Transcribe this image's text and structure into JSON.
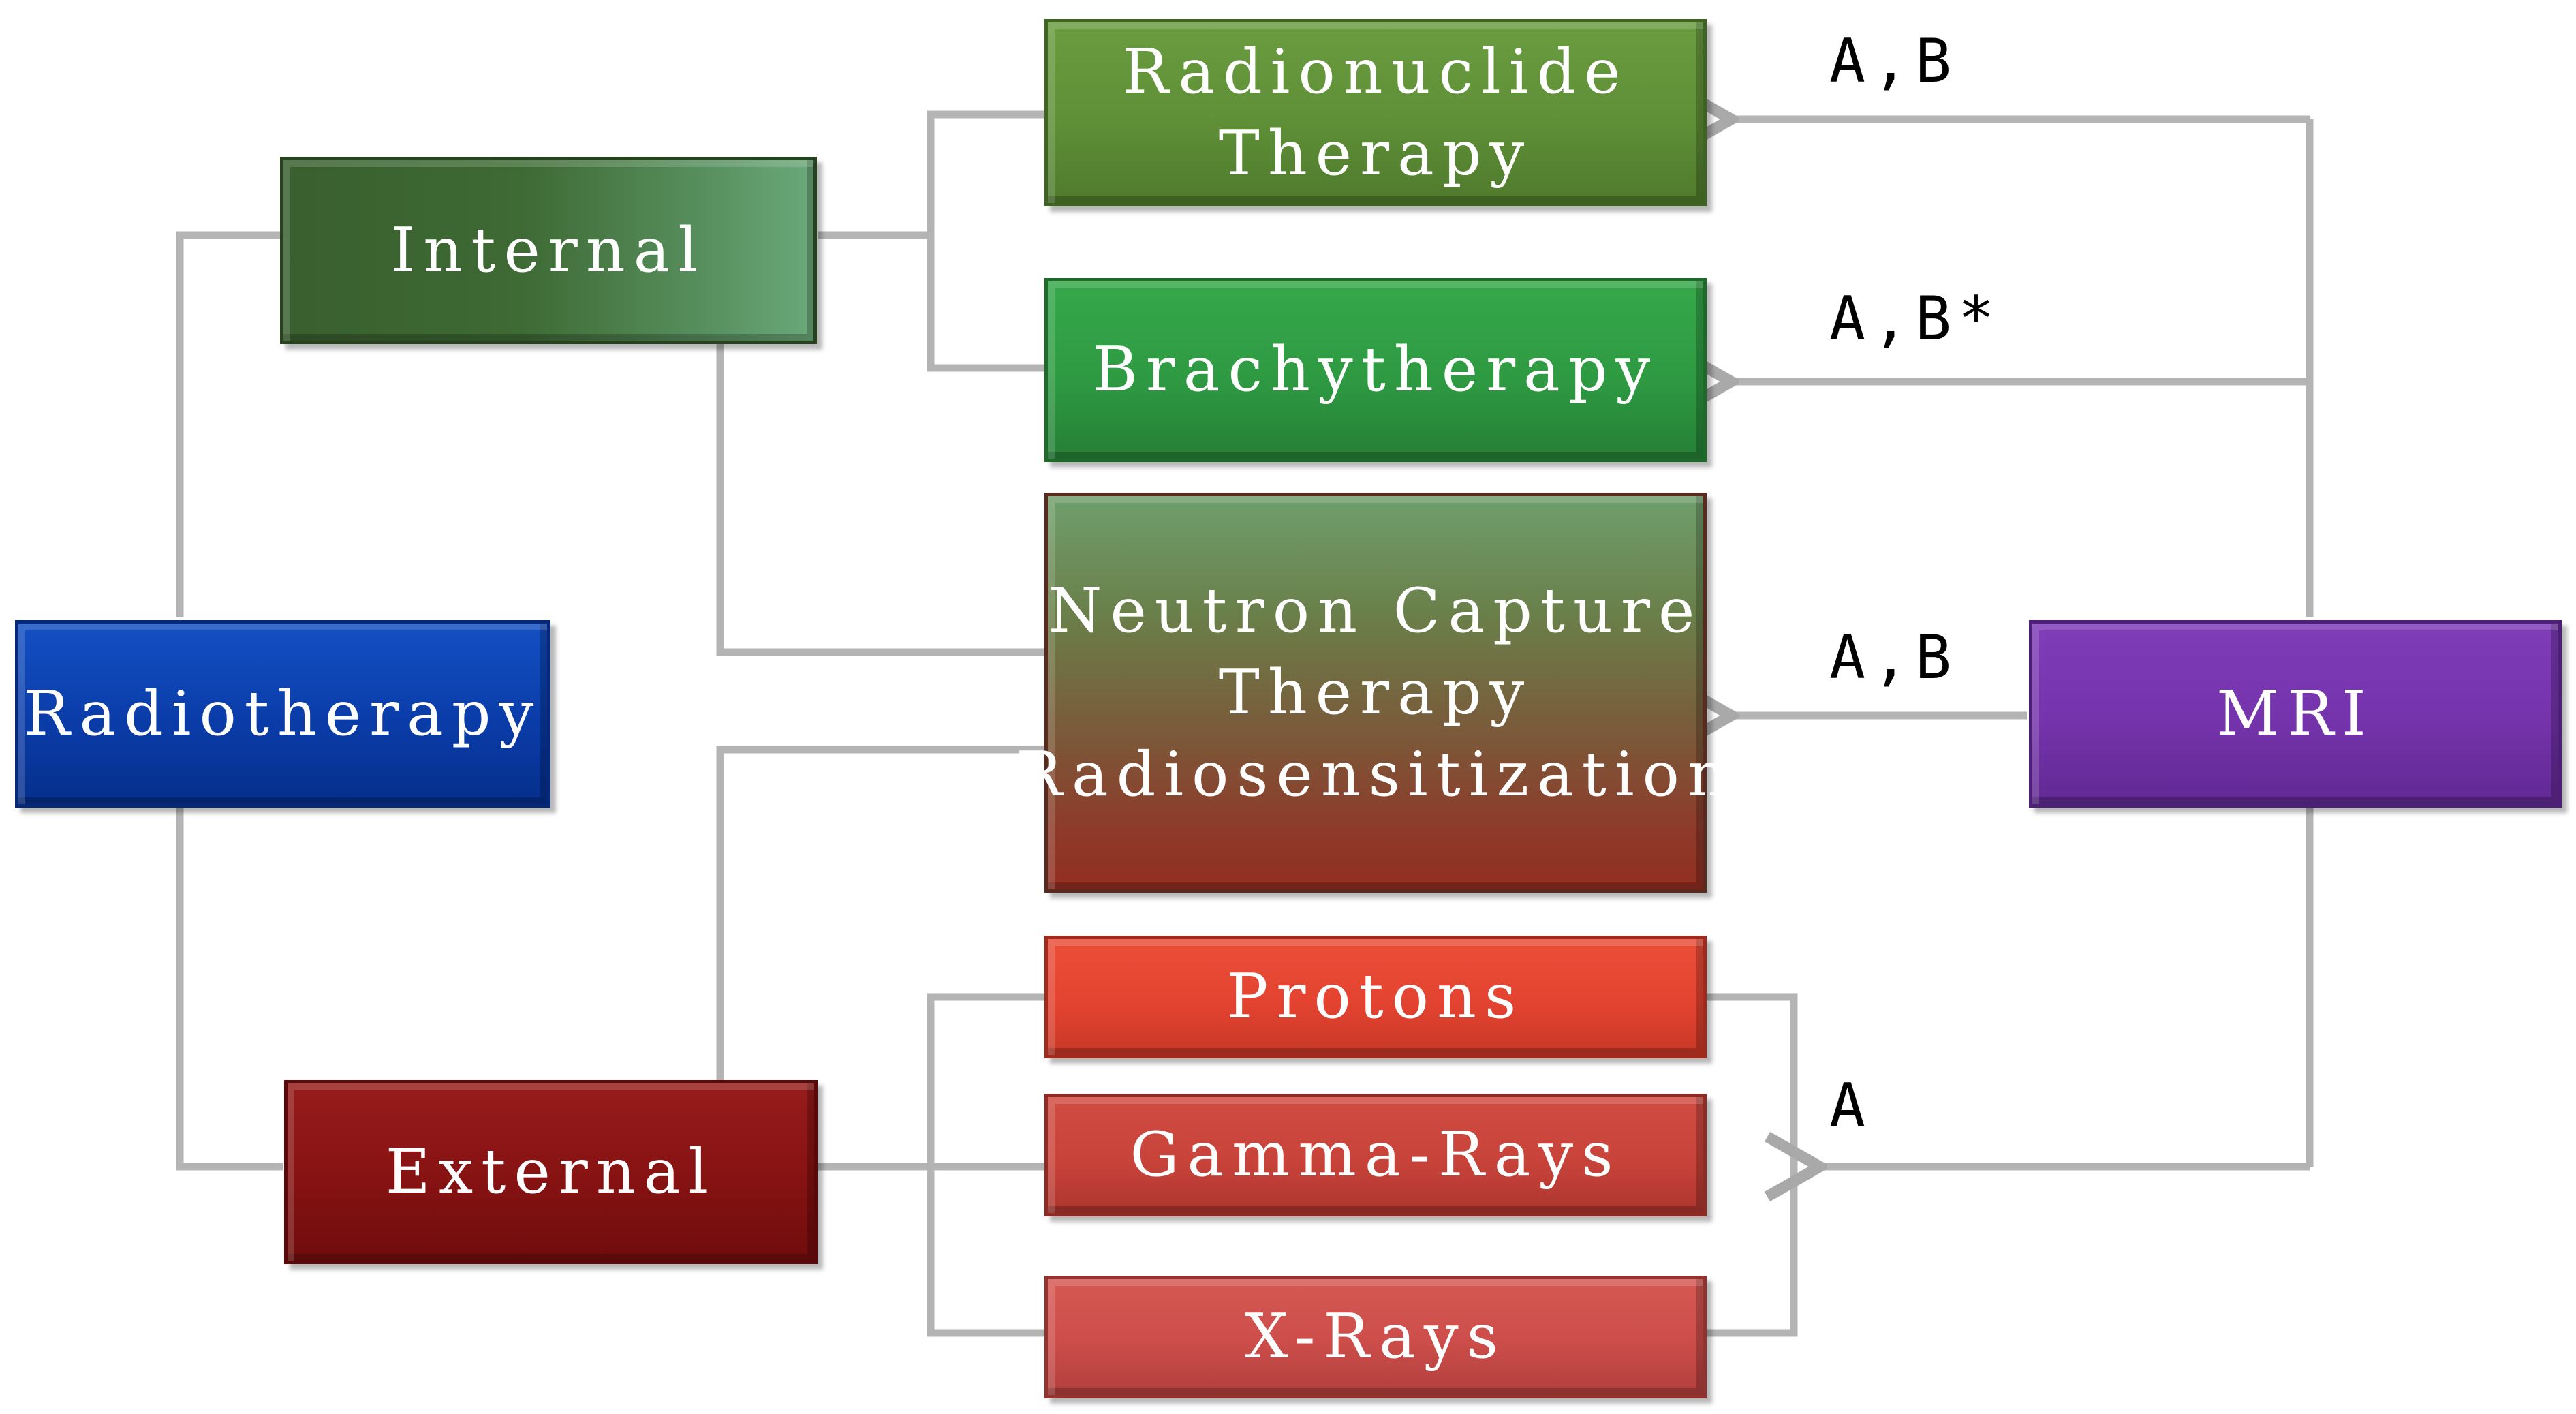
{
  "nodes": {
    "radiotherapy": "Radiotherapy",
    "internal": "Internal",
    "external": "External",
    "radionuclide_line1": "Radionuclide",
    "radionuclide_line2": "Therapy",
    "brachytherapy": "Brachytherapy",
    "nct_line1": "Neutron Capture",
    "nct_line2": "Therapy",
    "nct_line3": "Radiosensitization",
    "protons": "Protons",
    "gamma_rays": "Gamma-Rays",
    "x_rays": "X-Rays",
    "mri": "MRI"
  },
  "edge_labels": {
    "radionuclide": "A,B",
    "brachytherapy": "A,B*",
    "nct": "A,B",
    "external": "A"
  },
  "colors": {
    "connector": "#b4b4b4",
    "radiotherapy": "#0a3caa",
    "internal": "#3e6a34",
    "external": "#8a1414",
    "radionuclide": "#5f8f37",
    "brachytherapy": "#2e9a42",
    "protons": "#e34330",
    "gamma_rays": "#c8433a",
    "x_rays": "#cc4d4a",
    "mri": "#7433ab"
  }
}
